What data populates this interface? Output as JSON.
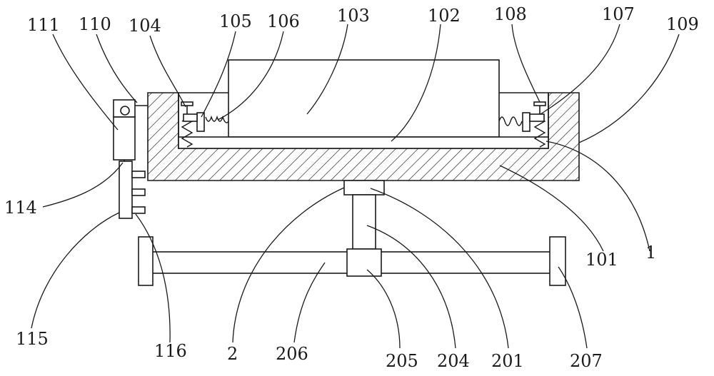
{
  "labels": {
    "l111": "111",
    "l110": "110",
    "l104": "104",
    "l105": "105",
    "l106": "106",
    "l103": "103",
    "l102": "102",
    "l108": "108",
    "l107": "107",
    "l109": "109",
    "l114": "114",
    "l101": "101",
    "l1": "1",
    "l115": "115",
    "l116": "116",
    "l2": "2",
    "l206": "206",
    "l205": "205",
    "l204": "204",
    "l201": "201",
    "l207": "207"
  }
}
